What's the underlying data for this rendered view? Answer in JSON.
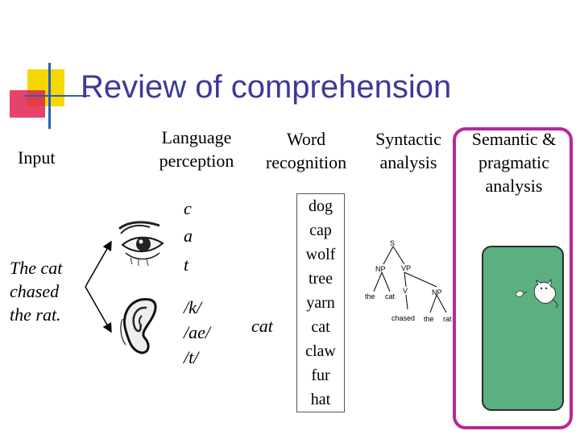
{
  "slide": {
    "title": "Review of comprehension",
    "accent_colors": {
      "yellow": "#f5d800",
      "red": "#e0224f",
      "blue": "#2a5fb3",
      "title": "#3a3a9a",
      "frame": "#b8289a",
      "panel": "#5ab07e"
    }
  },
  "columns": {
    "input": "Input",
    "language_perception": [
      "Language",
      "perception"
    ],
    "word_recognition": [
      "Word",
      "recognition"
    ],
    "syntactic_analysis": [
      "Syntactic",
      "analysis"
    ],
    "semantic_pragmatic": [
      "Semantic &",
      "pragmatic",
      "analysis"
    ]
  },
  "input_sentence": [
    "The cat",
    "chased",
    "the rat."
  ],
  "perception": {
    "letters": [
      "c",
      "a",
      "t"
    ],
    "phonemes": [
      "/k/",
      "/ae/",
      "/t/"
    ],
    "eye_icon": "eye-icon",
    "ear_icon": "ear-icon"
  },
  "word_recognition": {
    "recognized": "cat",
    "lexicon": [
      "dog",
      "cap",
      "wolf",
      "tree",
      "yarn",
      "cat",
      "claw",
      "fur",
      "hat"
    ]
  },
  "parse_tree": {
    "S": "S",
    "NP": "NP",
    "VP": "VP",
    "V": "V",
    "NP2": "NP",
    "the": "the",
    "cat": "cat",
    "chased": "chased",
    "the2": "the",
    "rat": "rat"
  }
}
